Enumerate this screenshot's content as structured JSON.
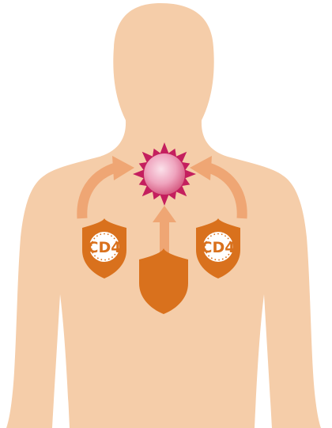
{
  "colors": {
    "skin": "#F5CDA9",
    "arrow": "#EFA674",
    "shield": "#D9711D",
    "cell_outer": "#C41F5E",
    "cell_inner": "#F3B8CB",
    "label_text": "#D9711D",
    "badge_bg": "#FFFFFF"
  },
  "shields": [
    {
      "name": "shield-left",
      "label": "CD4"
    },
    {
      "name": "shield-center",
      "label": ""
    },
    {
      "name": "shield-right",
      "label": "CD4"
    }
  ]
}
